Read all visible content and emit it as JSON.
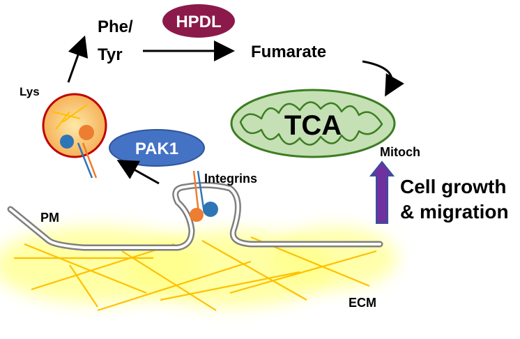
{
  "labels": {
    "phe": "Phe/",
    "tyr": "Tyr",
    "hpdl": "HPDL",
    "fumarate": "Fumarate",
    "lys": "Lys",
    "tca": "TCA",
    "pak1": "PAK1",
    "mitoch": "Mitoch",
    "integrins": "Integrins",
    "cell_growth": "Cell growth",
    "migration": "& migration",
    "pm": "PM",
    "ecm": "ECM"
  },
  "colors": {
    "hpdl": "#8b1a4a",
    "pak1": "#4472c4",
    "mito_fill": "#c5e0b4",
    "mito_stroke": "#3c7d22",
    "lysosome_fill": "#f9c96a",
    "lysosome_stroke": "#c00000",
    "integrin_orange": "#ed7d31",
    "integrin_blue": "#2e75b6",
    "ecm_fiber": "#ffc000",
    "ecm_glow": "#ffff66",
    "membrane": "#808080",
    "arrow_up_fill": "#7030a0",
    "arrow_up_stroke": "#2f5597"
  },
  "icons": {
    "lysosome": "lysosome-icon",
    "mitochondrion": "mitochondrion-icon",
    "integrin": "integrin-icon",
    "membrane": "plasma-membrane-icon",
    "ecm": "ecm-fibers-icon"
  }
}
